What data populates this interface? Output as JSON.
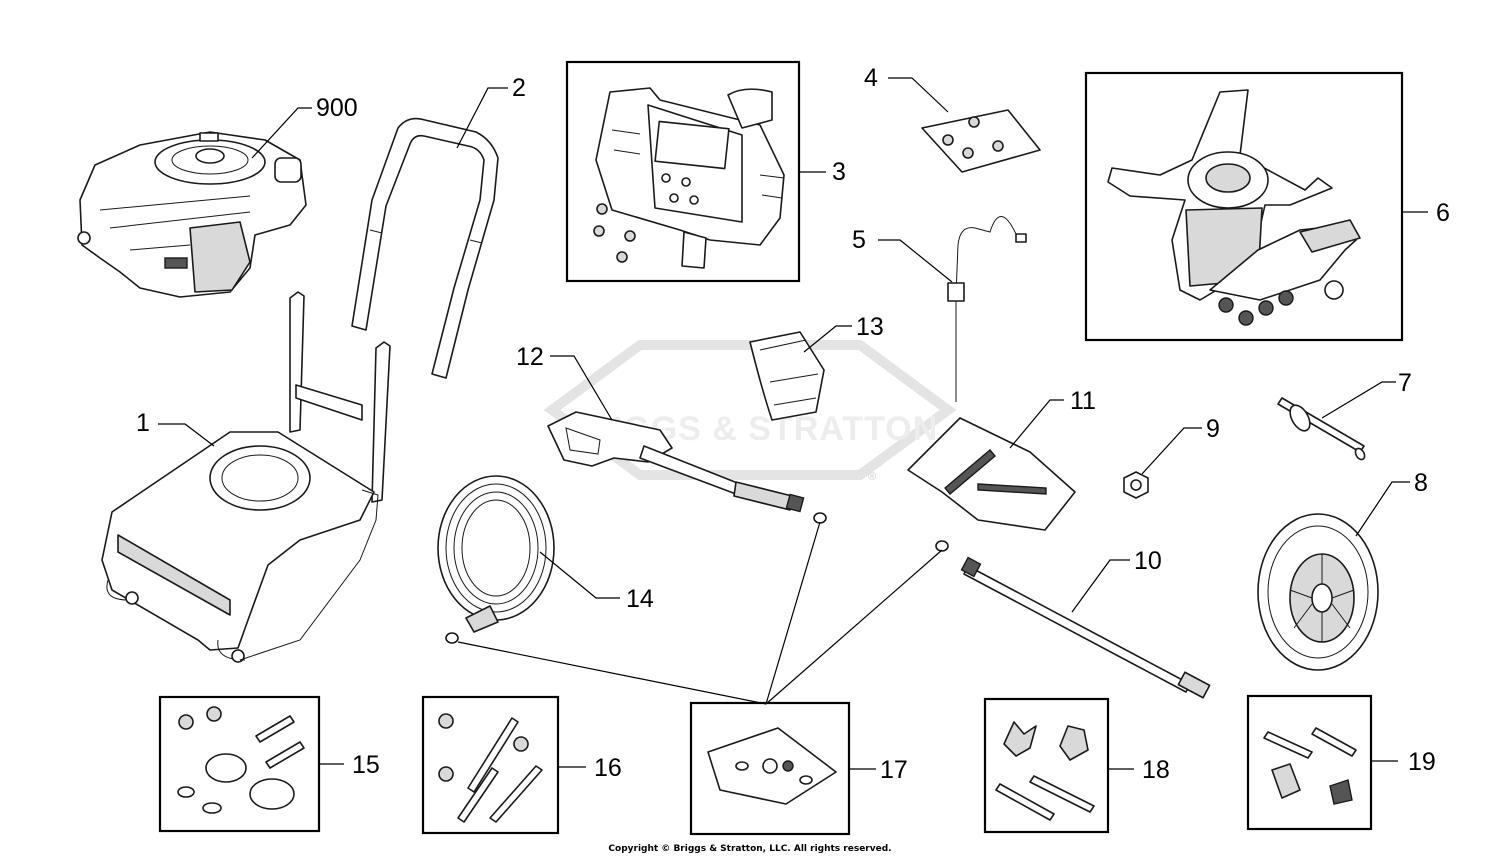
{
  "watermark": "BRIGGS & STRATTON",
  "watermark_registered": "®",
  "copyright": "Copyright © Briggs & Stratton, LLC. All rights reserved.",
  "callouts": {
    "c900": "900",
    "c1": "1",
    "c2": "2",
    "c3": "3",
    "c4": "4",
    "c5": "5",
    "c6": "6",
    "c7": "7",
    "c8": "8",
    "c9": "9",
    "c10": "10",
    "c11": "11",
    "c12": "12",
    "c13": "13",
    "c14": "14",
    "c15": "15",
    "c16": "16",
    "c17": "17",
    "c18": "18",
    "c19": "19"
  }
}
